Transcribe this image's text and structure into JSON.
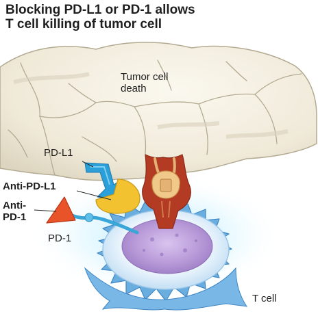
{
  "title": {
    "line1": "Blocking PD-L1 or PD-1 allows",
    "line2": "T cell killing of tumor cell"
  },
  "labels": {
    "tumor_death_line1": "Tumor cell",
    "tumor_death_line2": "death",
    "pd_l1": "PD-L1",
    "anti_pd_l1": "Anti-PD-L1",
    "anti_pd_1_line1": "Anti-",
    "anti_pd_1_line2": "PD-1",
    "pd_1": "PD-1",
    "t_cell": "T cell"
  },
  "colors": {
    "tumor_fill": "#efe9d8",
    "tumor_outline": "#a89f88",
    "pd_l1_blue": "#2a9fd8",
    "anti_pd_l1_yellow": "#f2c230",
    "anti_pd_1_orange": "#e8532a",
    "tcr_red": "#b33a23",
    "tcr_tan": "#e3b274",
    "t_cell_blue": "#6aaee0",
    "nucleus_purple": "#b89ad8"
  }
}
